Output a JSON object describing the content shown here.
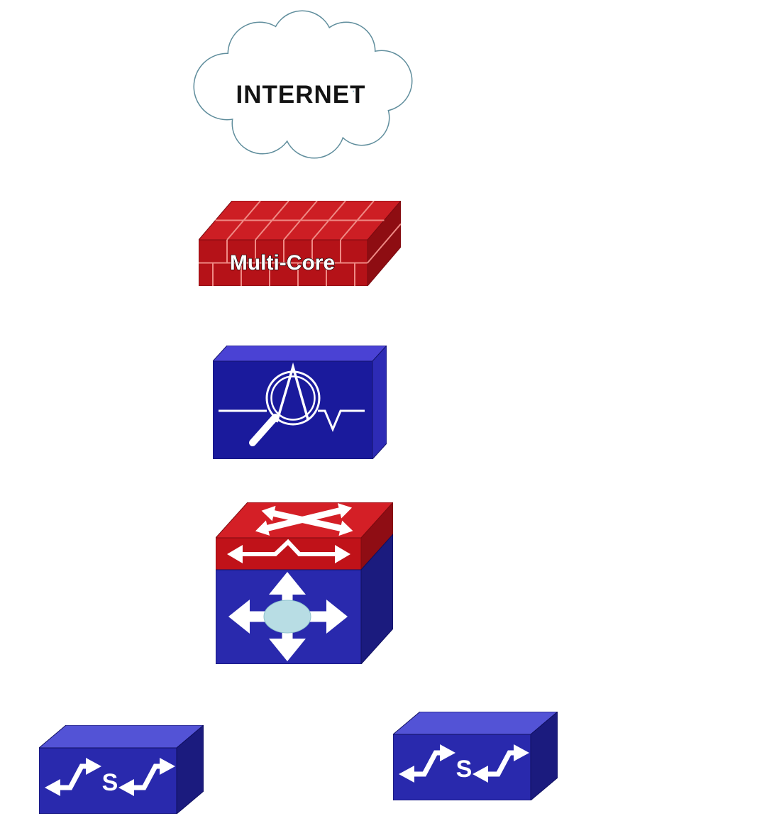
{
  "diagram": {
    "type": "network-topology-diagram",
    "background": "#ffffff",
    "nodes": {
      "internet": {
        "label": "INTERNET",
        "icon": "internet-cloud-icon"
      },
      "firewall": {
        "label": "Multi-Core",
        "icon": "multicore-firewall-icon"
      },
      "ips_sensor": {
        "icon": "ips-sensor-icon"
      },
      "l3_switch": {
        "icon": "layer3-switch-icon"
      },
      "switch_left": {
        "label": "S",
        "icon": "workgroup-switch-icon"
      },
      "switch_right": {
        "label": "S",
        "icon": "workgroup-switch-icon"
      }
    },
    "colors": {
      "cloud_outline": "#5f8d9c",
      "cloud_fill": "#ffffff",
      "internet_text": "#141414",
      "firewall_front": "#b51218",
      "firewall_top": "#cd1e24",
      "firewall_side": "#8e0d12",
      "firewall_grid": "#ef8a85",
      "firewall_text": "#ffffff",
      "sensor_front": "#1a1a9c",
      "sensor_top": "#4a42d4",
      "sensor_side": "#2d2bb5",
      "router_top": "#d41f26",
      "router_front": "#c01219",
      "router_side": "#8f0d14",
      "switch_front": "#2929ad",
      "switch_top": "#5353d6",
      "switch_side": "#1b1b7e",
      "core_ellipse": "#b8dde4",
      "glyph": "#ffffff"
    }
  }
}
